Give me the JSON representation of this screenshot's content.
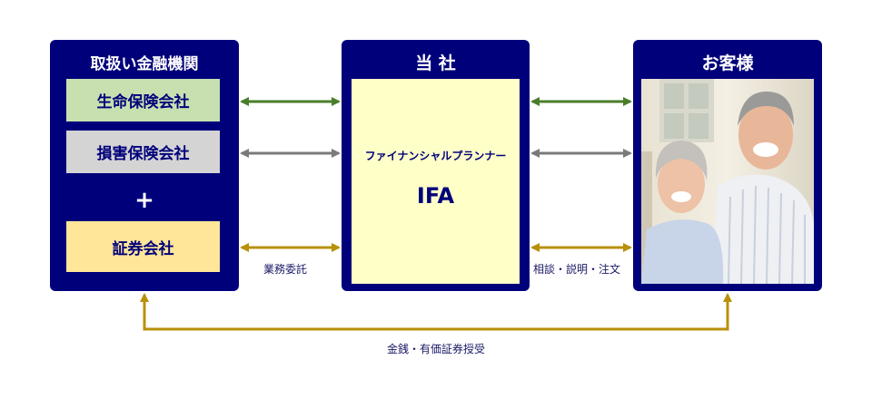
{
  "institutions": {
    "title": "取扱い金融機関",
    "life": "生命保険会社",
    "nonlife": "損害保険会社",
    "plus": "+",
    "securities": "証券会社"
  },
  "company": {
    "title": "当 社",
    "role": "ファイナンシャルプランナー",
    "ifa": "IFA"
  },
  "customer": {
    "title": "お客様"
  },
  "labels": {
    "outsourcing": "業務委託",
    "consultation": "相談・説明・注文",
    "transfer": "金銭・有価証券授受"
  },
  "colors": {
    "navy": "#00007a",
    "life_box": "#c8e0b0",
    "nonlife_box": "#d4d4d4",
    "securities_box": "#ffe699",
    "arrow_green": "#4a7d2a",
    "arrow_gray": "#7a7a7a",
    "arrow_gold": "#b8900a"
  }
}
